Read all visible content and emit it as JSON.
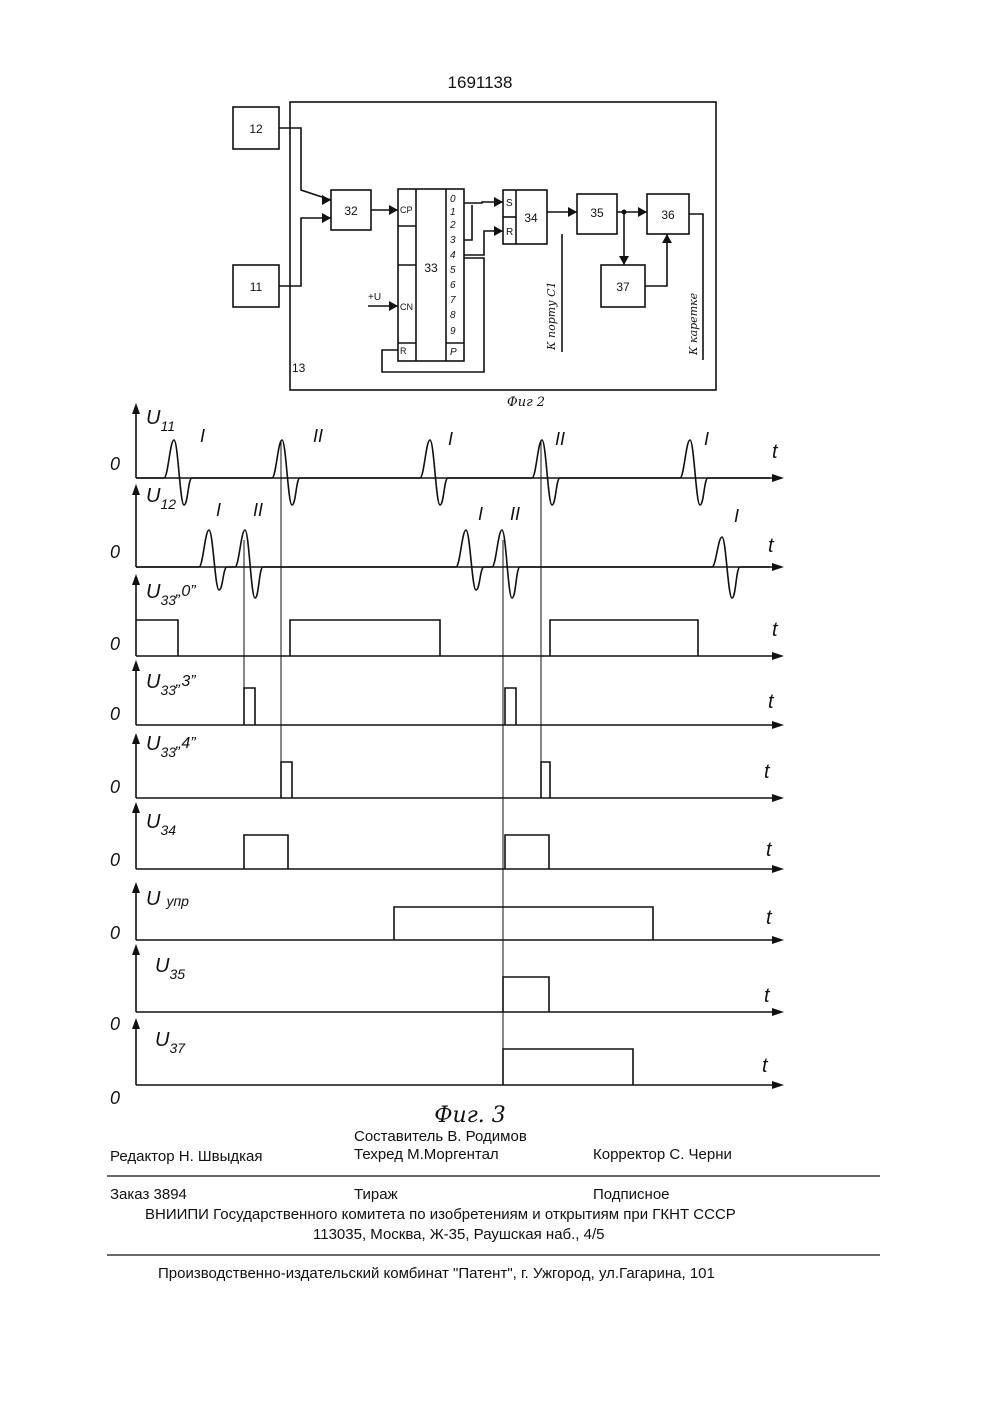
{
  "patent_number": "1691138",
  "fig2": {
    "caption": "Фиг 2",
    "blocks": {
      "b12": "12",
      "b11": "11",
      "b32": "32",
      "b33": "33",
      "b34": "34",
      "b35": "35",
      "b36": "36",
      "b37": "37",
      "b13": "13"
    },
    "counter_inputs": {
      "cp": "CP",
      "cn": "CN",
      "r": "R",
      "u": "+U"
    },
    "counter_outputs": [
      "0",
      "1",
      "2",
      "3",
      "4",
      "5",
      "6",
      "7",
      "8",
      "9",
      "P"
    ],
    "trigger_inputs": {
      "s": "S",
      "r": "R"
    },
    "port_label": "К порту С1",
    "carriage_label": "К каретке"
  },
  "fig3": {
    "caption": "Фиг. 3",
    "zero": "0",
    "t": "t",
    "signals": [
      {
        "name": "u11",
        "label": "U",
        "sub": "11",
        "pulse_labels": [
          "I",
          "II",
          "I",
          "II",
          "I"
        ]
      },
      {
        "name": "u12",
        "label": "U",
        "sub": "12",
        "pulse_labels": [
          "I",
          "II",
          "I",
          "II",
          "I"
        ]
      },
      {
        "name": "u33-0",
        "label": "U",
        "sub": "33",
        "suffix": "„0”"
      },
      {
        "name": "u33-3",
        "label": "U",
        "sub": "33",
        "suffix": "„3”"
      },
      {
        "name": "u33-4",
        "label": "U",
        "sub": "33",
        "suffix": "„4”"
      },
      {
        "name": "u34",
        "label": "U",
        "sub": "34"
      },
      {
        "name": "u-upr",
        "label": "U",
        "sub": "упр"
      },
      {
        "name": "u35",
        "label": "U",
        "sub": "35"
      },
      {
        "name": "u37",
        "label": "U",
        "sub": "37"
      }
    ]
  },
  "imprint": {
    "compiler": "Составитель  В. Родимов",
    "editor": "Редактор  Н. Швыдкая",
    "techred": "Техред М.Моргентал",
    "corrector": "Корректор  С. Черни",
    "order": "Заказ 3894",
    "circulation": "Тираж",
    "subscription": "Подписное",
    "institute": "ВНИИПИ Государственного комитета по изобретениям и открытиям при ГКНТ СССР",
    "address": "113035, Москва, Ж-35, Раушская наб., 4/5",
    "publisher": "Производственно-издательский комбинат \"Патент\", г. Ужгород, ул.Гагарина, 101"
  }
}
